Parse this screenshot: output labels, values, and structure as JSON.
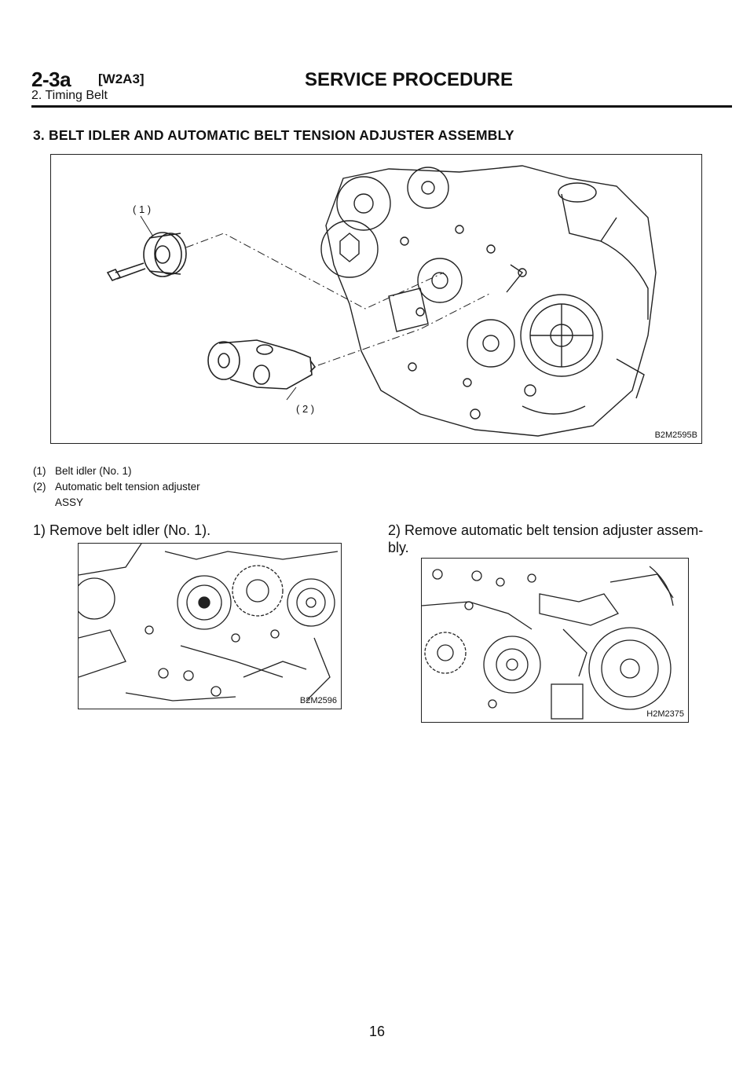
{
  "header": {
    "section_code": "2-3a",
    "section_ref": "[W2A3]",
    "title": "SERVICE PROCEDURE",
    "subtitle": "2. Timing Belt"
  },
  "section": {
    "title": "3. BELT IDLER AND AUTOMATIC BELT TENSION ADJUSTER ASSEMBLY"
  },
  "figure_main": {
    "code": "B2M2595B",
    "callout_1": "( 1 )",
    "callout_2": "( 2 )"
  },
  "legend": [
    {
      "num": "(1)",
      "text": "Belt idler (No. 1)",
      "cont": ""
    },
    {
      "num": "(2)",
      "text": "Automatic belt tension adjuster",
      "cont": "ASSY"
    }
  ],
  "steps": {
    "step1": "1) Remove belt idler (No. 1).",
    "step2_line1": "2) Remove automatic belt tension adjuster assem-",
    "step2_line2": "bly."
  },
  "figure_step1": {
    "code": "B2M2596"
  },
  "figure_step2": {
    "code": "H2M2375"
  },
  "page_number": "16"
}
